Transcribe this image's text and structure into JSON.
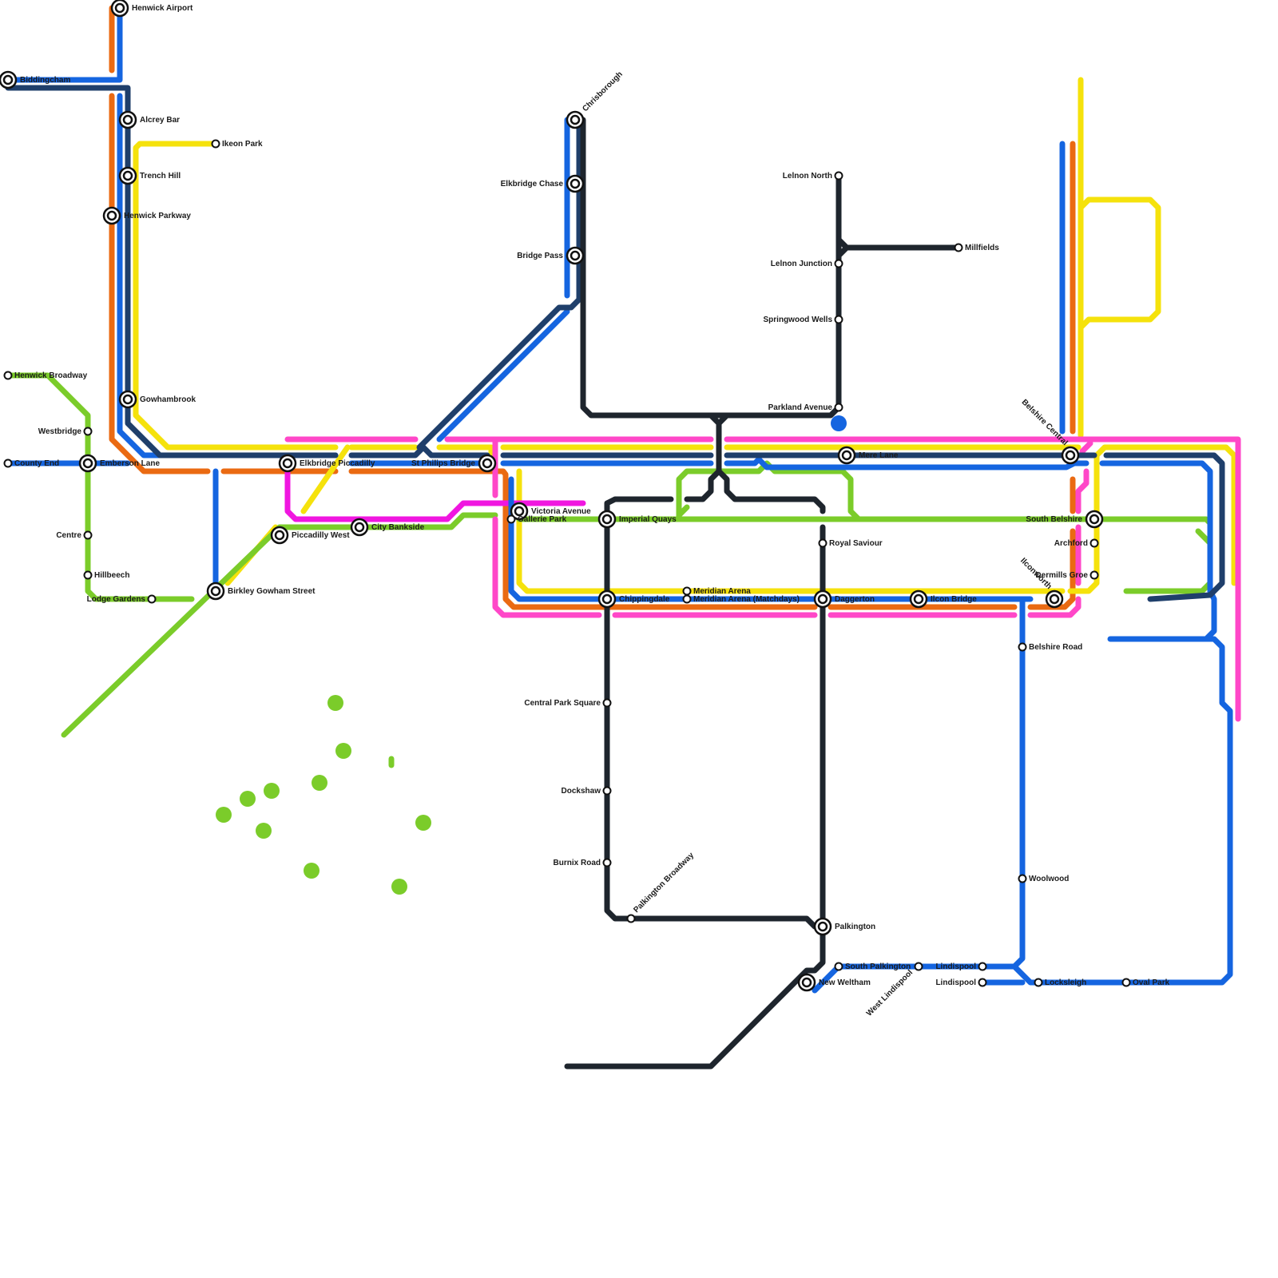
{
  "colors": {
    "blue": "#1565e0",
    "navy": "#1f3f6b",
    "orange": "#ea6a12",
    "yellow": "#f5e20c",
    "green": "#7bcc2a",
    "pink": "#ff47c8",
    "magenta": "#f016e0",
    "dark": "#1e252d"
  },
  "stations": {
    "henwick_airport": "Henwick Airport",
    "biddingcham": "Biddingcham",
    "alcrey_bar": "Alcrey Bar",
    "trench_hill": "Trench Hill",
    "ikeon_park": "Ikeon Park",
    "henwick_parkway": "Henwick Parkway",
    "henwick_broadway": "Henwick Broadway",
    "westbridge": "Westbridge",
    "gowhambrook": "Gowhambrook",
    "county_end": "County End",
    "emberson_lane": "Emberson Lane",
    "elkbridge_piccadilly": "Elkbridge Piccadilly",
    "st_philips_bridge": "St Philips Bridge",
    "centre": "Centre",
    "piccadilly_west": "Piccadilly West",
    "city_bankside": "City Bankside",
    "hillbeech": "Hillbeech",
    "lodge_gardens": "Lodge Gardens",
    "birkley_gowham_street": "Birkley Gowham Street",
    "chrisborough": "Chrisborough",
    "elkbridge_chase": "Elkbridge Chase",
    "bridge_pass": "Bridge Pass",
    "victoria_avenue": "Victoria Avenue",
    "gallerie_park": "Gallerie Park",
    "imperial_quays": "Imperial Quays",
    "chippingdale": "Chippingdale",
    "meridian_arena": "Meridian Arena",
    "meridian_arena_matchdays": "Meridian Arena (Matchdays)",
    "central_park_square": "Central Park Square",
    "dockshaw": "Dockshaw",
    "burnix_road": "Burnix Road",
    "palkington_broadway": "Palkington Broadway",
    "lelnon_north": "Lelnon North",
    "lelnon_junction": "Lelnon Junction",
    "millfields": "Millfields",
    "springwood_wells": "Springwood Wells",
    "parkland_avenue": "Parkland Avenue",
    "mere_lane": "Mere Lane",
    "royal_saviour": "Royal Saviour",
    "daggerton": "Daggerton",
    "ilcon_bridge": "Ilcon Bridge",
    "palkington": "Palkington",
    "new_weltham": "New Weltham",
    "south_palkington": "South Palkington",
    "west_lindispool": "West Lindispool",
    "lindispool_upper": "Lindispool",
    "lindispool_lower": "Lindispool",
    "locksleigh": "Locksleigh",
    "oval_park": "Oval Park",
    "belshire_central": "Belshire Central",
    "south_belshire": "South Belshire",
    "archford": "Archford",
    "dermills_groe": "Dermills Groe",
    "ilconworth": "Ilconworth",
    "belshire_road": "Belshire Road",
    "woolwood": "Woolwood"
  }
}
